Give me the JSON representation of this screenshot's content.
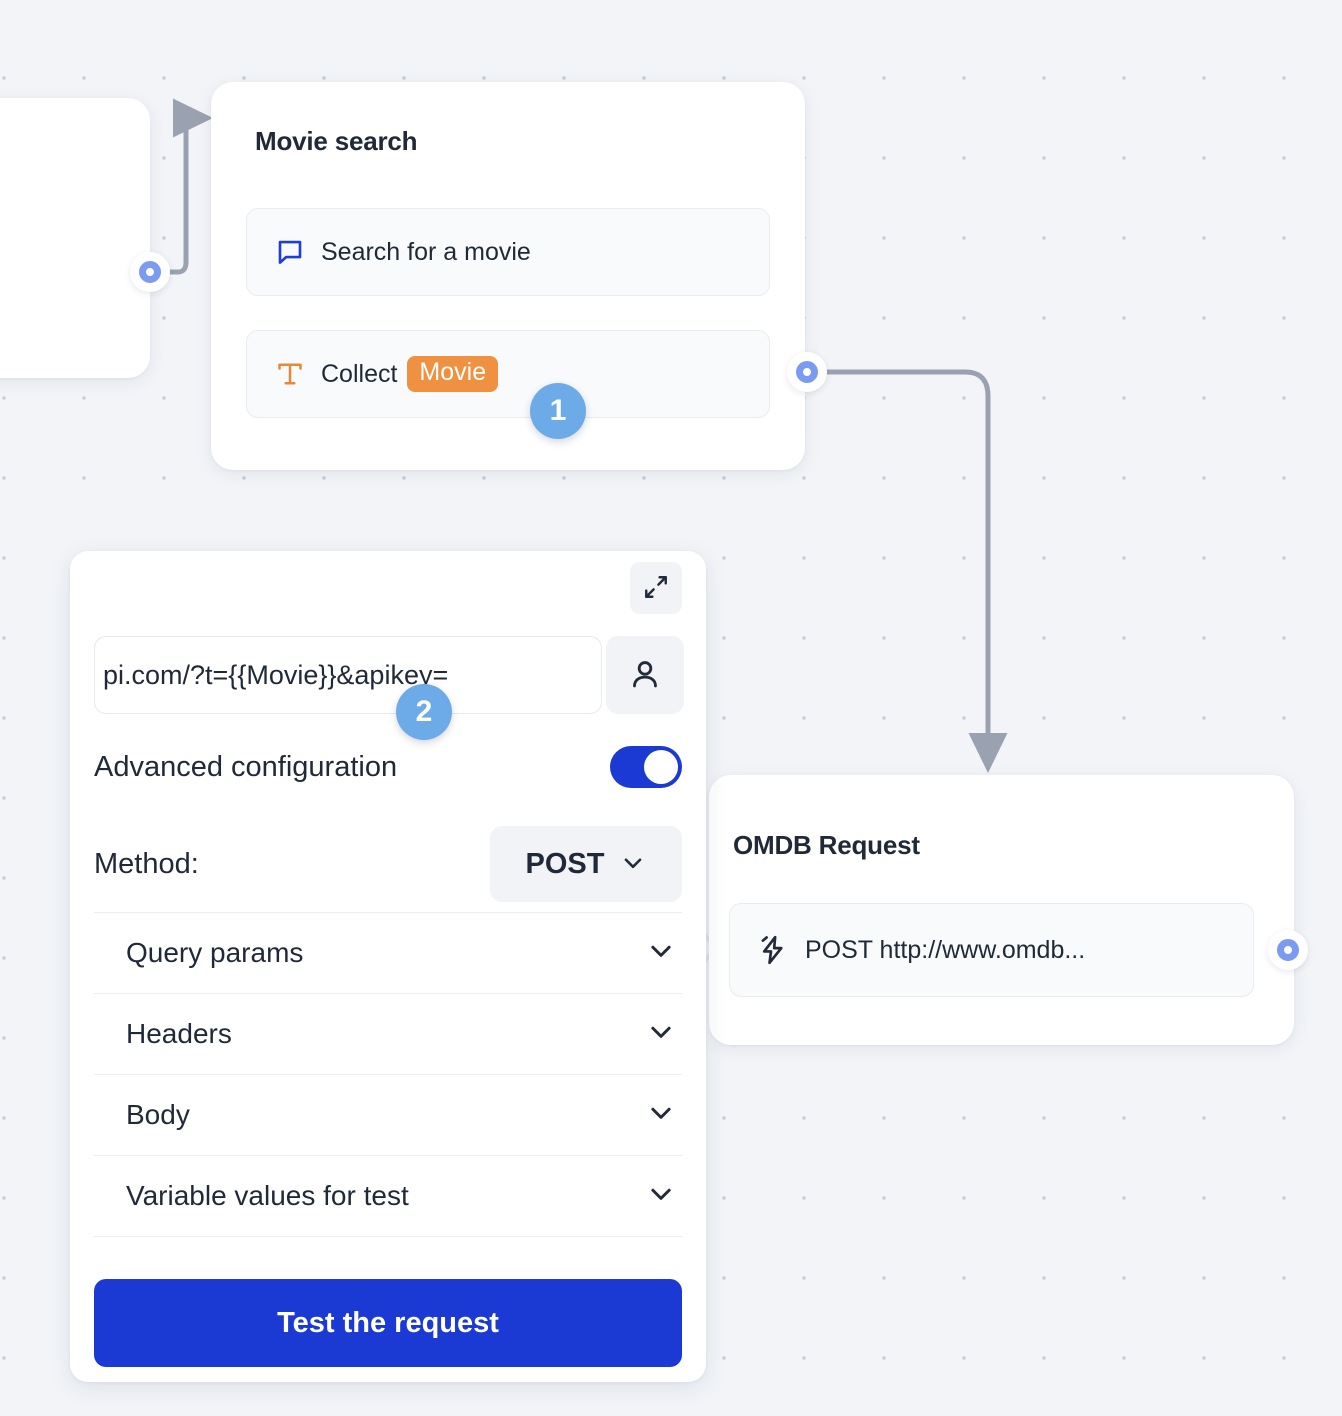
{
  "canvas": {
    "background_color": "#f2f4f8",
    "grid_dot_color": "#c3cadb"
  },
  "nodes": {
    "partial_left": {
      "name": "partial-node"
    },
    "movie_search": {
      "title": "Movie search",
      "rows": [
        {
          "icon": "speech-bubble-icon",
          "icon_color": "#1f3fd4",
          "label": "Search for a movie"
        },
        {
          "icon": "text-t-icon",
          "icon_color": "#e8873a",
          "label": "Collect",
          "variable": "Movie",
          "variable_color": "#ef9140"
        }
      ]
    },
    "omdb_request": {
      "title": "OMDB Request",
      "rows": [
        {
          "icon": "lightning-bolt-icon",
          "label": "POST http://www.omdb..."
        }
      ]
    }
  },
  "badges": [
    {
      "label": "1",
      "color": "#6cabe8"
    },
    {
      "label": "2",
      "color": "#6cabe8"
    }
  ],
  "config_panel": {
    "expand_icon": "expand-diagonal-icon",
    "url_field": {
      "value": "pi.com/?t={{Movie}}&apikey=",
      "placeholder": "Enter request URL"
    },
    "user_button_icon": "user-icon",
    "advanced": {
      "label": "Advanced configuration",
      "toggle_on": true,
      "toggle_color": "#1b3ad4"
    },
    "method": {
      "label": "Method:",
      "value": "POST",
      "chevron_icon": "chevron-down-icon"
    },
    "accordion": [
      {
        "label": "Query params",
        "chevron_icon": "chevron-down-icon"
      },
      {
        "label": "Headers",
        "chevron_icon": "chevron-down-icon"
      },
      {
        "label": "Body",
        "chevron_icon": "chevron-down-icon"
      },
      {
        "label": "Variable values for test",
        "chevron_icon": "chevron-down-icon"
      }
    ],
    "test_button": {
      "label": "Test the request",
      "color": "#1b3ad4"
    }
  },
  "ports": {
    "color": "#7a9bf0"
  },
  "edges": {
    "color": "#9aa2b1"
  }
}
